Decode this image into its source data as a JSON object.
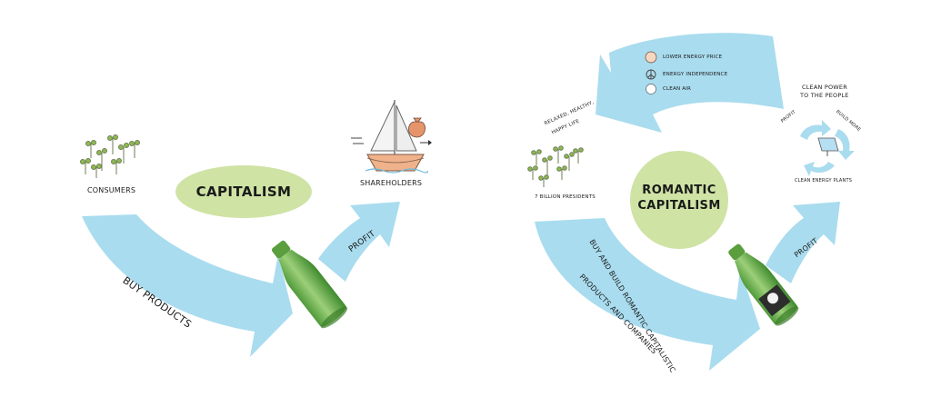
{
  "colors": {
    "arrow": "#a9dcee",
    "ellipse": "#cfe3a5",
    "bottle": "#6cae4a",
    "tree": "#8dbb4c"
  },
  "left": {
    "title": "CAPITALISM",
    "consumers": "CONSUMERS",
    "shareholders": "SHAREHOLDERS",
    "buy_products": "BUY PRODUCTS",
    "profit": "PROFIT"
  },
  "right": {
    "title_line1": "ROMANTIC",
    "title_line2": "CAPITALISM",
    "top_arrow_items": [
      "LOWER ENERGY PRICE",
      "ENERGY INDEPENDENCE",
      "CLEAN AIR"
    ],
    "relaxed_line1": "RELAXED, HEALTHY,",
    "relaxed_line2": "HAPPY LIFE",
    "presidents": "7 BILLION PRESIDENTS",
    "clean_power_line1": "CLEAN POWER",
    "clean_power_line2": "TO THE PEOPLE",
    "cycle_profit": "PROFIT",
    "cycle_build_more": "BUILD MORE",
    "cycle_plants": "CLEAN ENERGY PLANTS",
    "buy_build_line1": "BUY AND BUILD ROMANTIC CAPITALISTIC",
    "buy_build_line2": "PRODUCTS AND COMPANIES",
    "profit": "PROFIT"
  }
}
